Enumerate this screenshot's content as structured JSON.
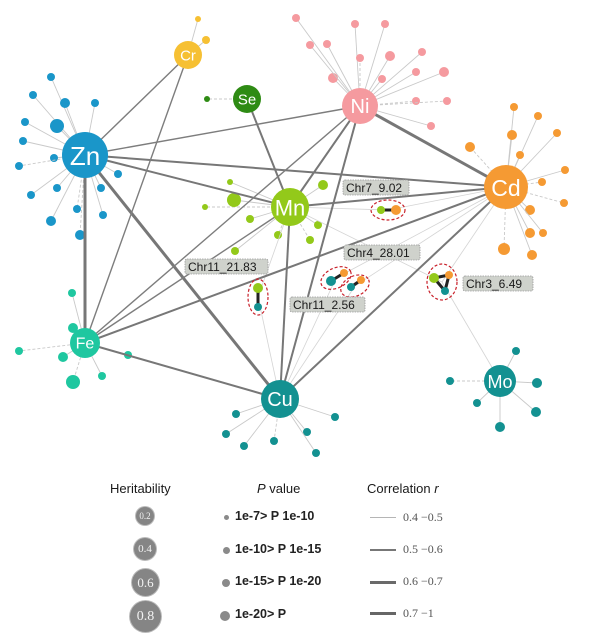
{
  "hubs": [
    {
      "id": "Zn",
      "label": "Zn",
      "color": "#1a96c9"
    },
    {
      "id": "Cr",
      "label": "Cr",
      "color": "#f6c033"
    },
    {
      "id": "Se",
      "label": "Se",
      "color": "#2e8b14"
    },
    {
      "id": "Ni",
      "label": "Ni",
      "color": "#f59a9f"
    },
    {
      "id": "Cd",
      "label": "Cd",
      "color": "#f59a33"
    },
    {
      "id": "Mn",
      "label": "Mn",
      "color": "#93c91a"
    },
    {
      "id": "Fe",
      "label": "Fe",
      "color": "#1fc7a0"
    },
    {
      "id": "Cu",
      "label": "Cu",
      "color": "#139191"
    },
    {
      "id": "Mo",
      "label": "Mo",
      "color": "#139191"
    }
  ],
  "correlations": [
    {
      "a": "Zn",
      "b": "Cr",
      "r_class": "0.5-0.6"
    },
    {
      "a": "Zn",
      "b": "Ni",
      "r_class": "0.5-0.6"
    },
    {
      "a": "Zn",
      "b": "Cd",
      "r_class": "0.6-0.7"
    },
    {
      "a": "Zn",
      "b": "Mn",
      "r_class": "0.6-0.7"
    },
    {
      "a": "Zn",
      "b": "Fe",
      "r_class": "0.7-1"
    },
    {
      "a": "Zn",
      "b": "Cu",
      "r_class": "0.7-1"
    },
    {
      "a": "Cr",
      "b": "Fe",
      "r_class": "0.5-0.6"
    },
    {
      "a": "Se",
      "b": "Mn",
      "r_class": "0.6-0.7"
    },
    {
      "a": "Ni",
      "b": "Cd",
      "r_class": "0.7-1"
    },
    {
      "a": "Ni",
      "b": "Mn",
      "r_class": "0.6-0.7"
    },
    {
      "a": "Ni",
      "b": "Cu",
      "r_class": "0.6-0.7"
    },
    {
      "a": "Ni",
      "b": "Fe",
      "r_class": "0.5-0.6"
    },
    {
      "a": "Mn",
      "b": "Cd",
      "r_class": "0.6-0.7"
    },
    {
      "a": "Mn",
      "b": "Cu",
      "r_class": "0.6-0.7"
    },
    {
      "a": "Fe",
      "b": "Cd",
      "r_class": "0.6-0.7"
    },
    {
      "a": "Fe",
      "b": "Cu",
      "r_class": "0.6-0.7"
    },
    {
      "a": "Cu",
      "b": "Cd",
      "r_class": "0.6-0.7"
    },
    {
      "a": "Fe",
      "b": "Mn",
      "r_class": "0.5-0.6"
    }
  ],
  "shared_qtls": [
    {
      "label": "Chr7_9.02",
      "traits": [
        "Mn",
        "Cd"
      ]
    },
    {
      "label": "Chr4_28.01",
      "traits": [
        "Cu",
        "Cd"
      ],
      "count": 2
    },
    {
      "label": "Chr11_21.83",
      "traits": [
        "Mn",
        "Cu"
      ]
    },
    {
      "label": "Chr11_2.56",
      "traits": [
        "Cu",
        "Cd"
      ]
    },
    {
      "label": "Chr3_6.49",
      "traits": [
        "Mn",
        "Cd",
        "Cu"
      ]
    }
  ],
  "legend": {
    "heritability": {
      "title": "Heritability",
      "items": [
        "0.2",
        "0.4",
        "0.6",
        "0.8"
      ]
    },
    "p_value": {
      "title_italic": "P",
      "title_rest": " value",
      "items": [
        "1e-7> P  1e-10",
        "1e-10> P  1e-15",
        "1e-15> P  1e-20",
        "1e-20> P"
      ]
    },
    "correlation": {
      "title": "Correlation ",
      "title_italic": "r",
      "items": [
        "0.4 −0.5",
        "0.5 −0.6",
        "0.6 −0.7",
        "0.7 −1"
      ]
    }
  }
}
